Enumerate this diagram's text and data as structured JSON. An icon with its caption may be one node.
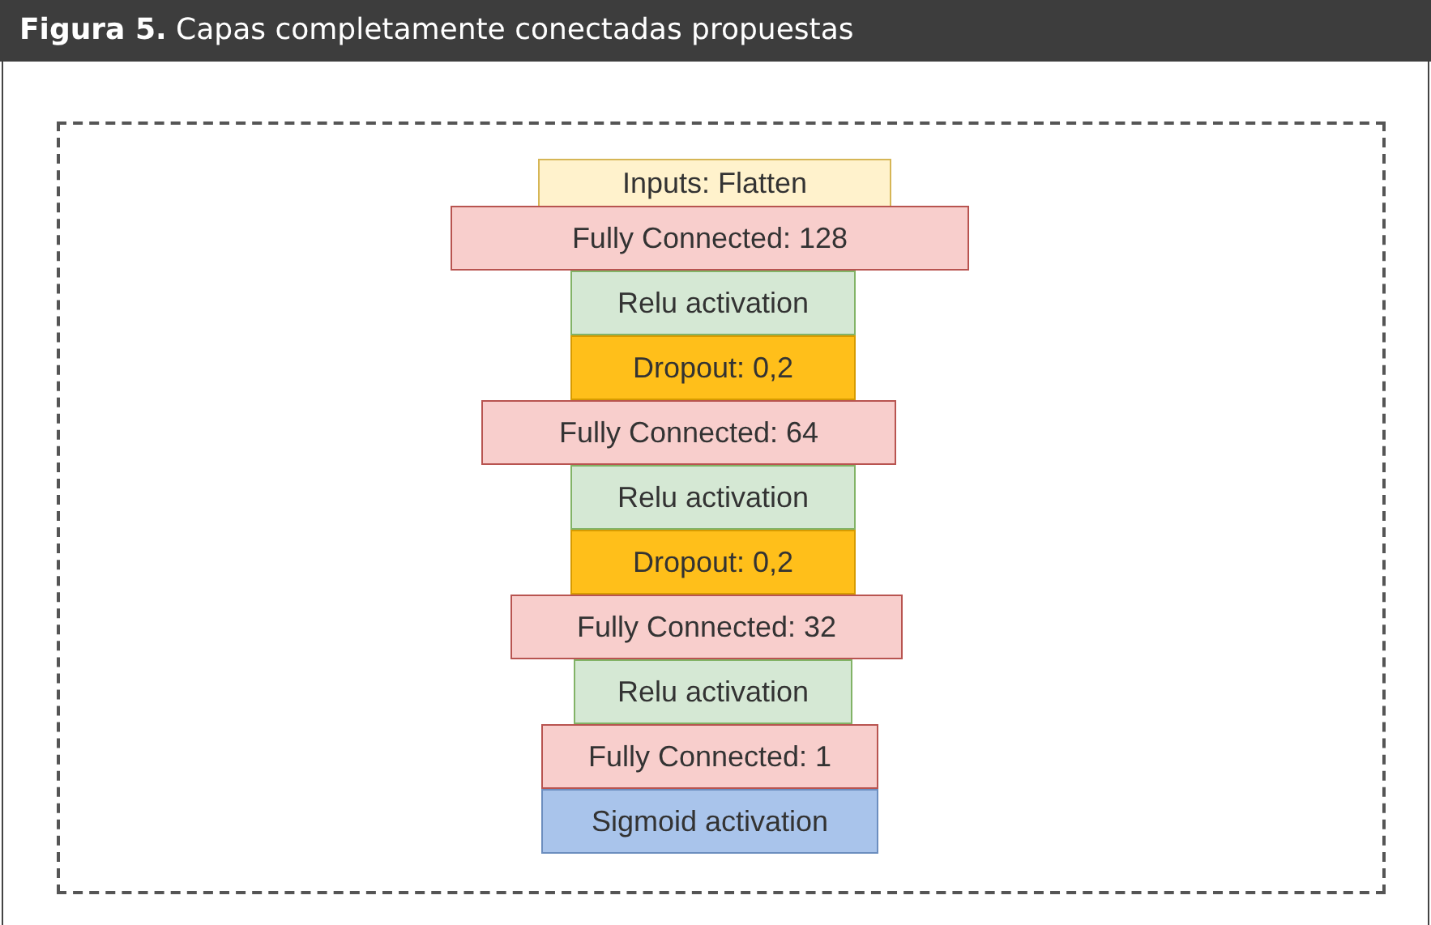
{
  "diagram": {
    "title": "**Figura 5.** Capas completamente conectadas propuestas",
    "nodes": [
      {
        "text": [
          "Inputs: Flatten"
        ]
      },
      {
        "text": [
          "Fully Connected: 128"
        ]
      },
      {
        "text": [
          "Relu activation"
        ]
      },
      {
        "text": [
          "Dropout: 0,2"
        ]
      },
      {
        "text": [
          "Fully Connected: 64"
        ]
      },
      {
        "text": [
          "Relu activation"
        ]
      },
      {
        "text": [
          "Dropout: 0,2"
        ]
      },
      {
        "text": [
          "Fully Connected: 32"
        ]
      },
      {
        "text": [
          "Relu activation"
        ]
      },
      {
        "text": [
          "Fully Connected: 1"
        ]
      },
      {
        "text": [
          "Sigmoid activation"
        ]
      }
    ]
  }
}
